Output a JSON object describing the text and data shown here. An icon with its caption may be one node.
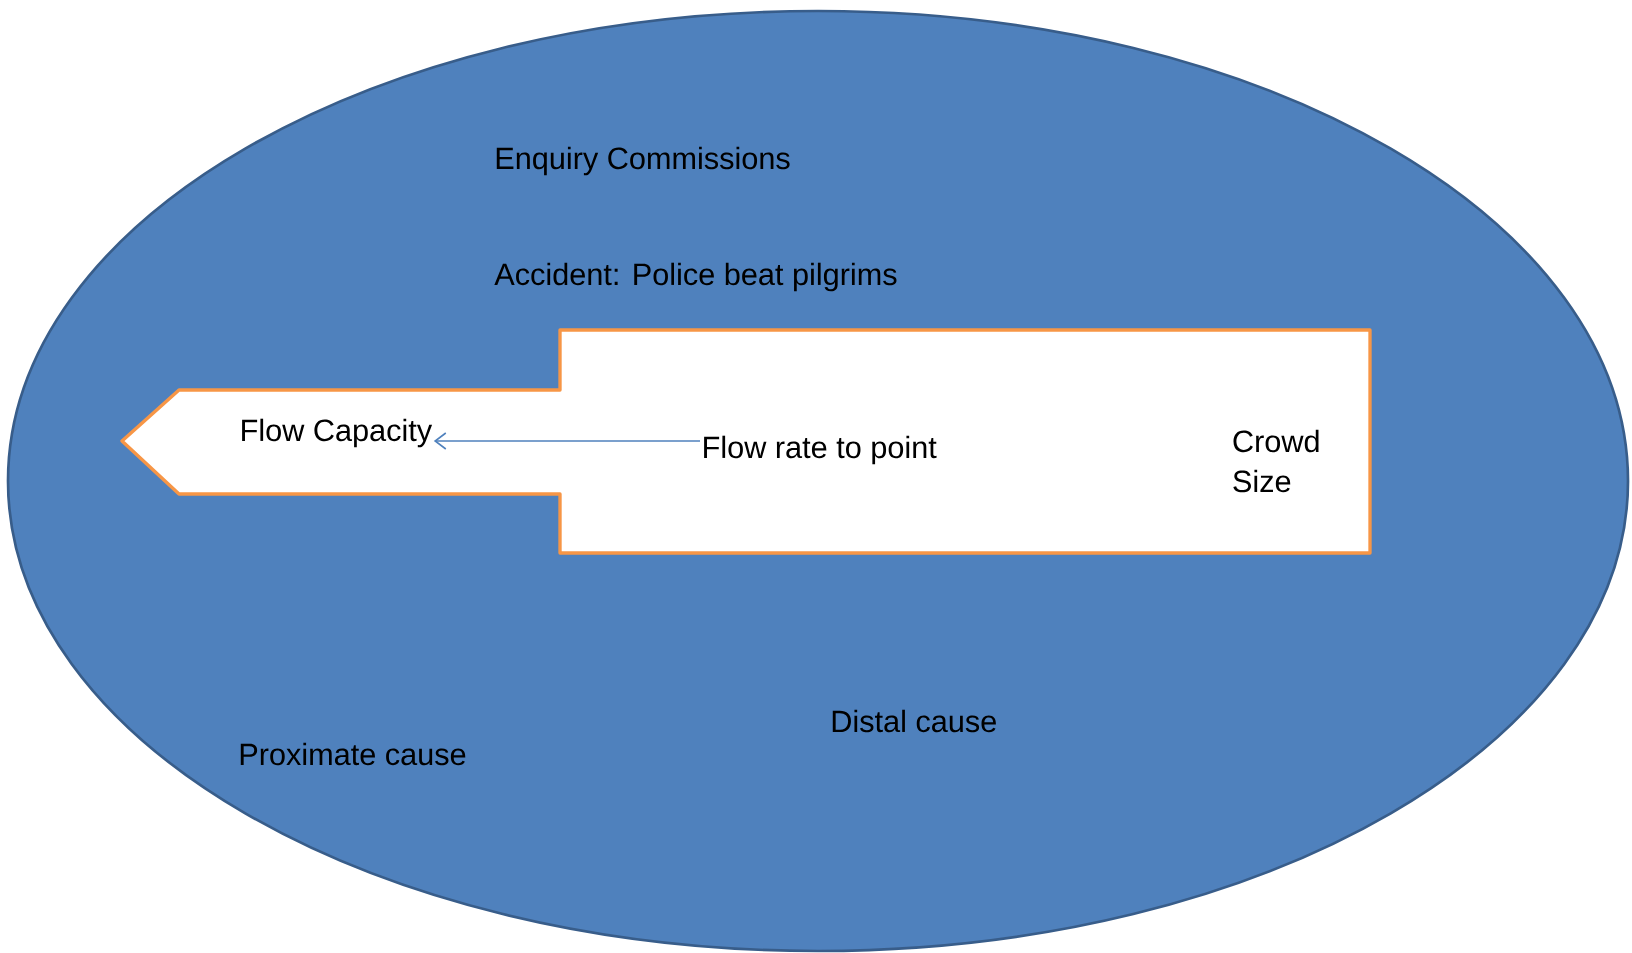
{
  "diagram": {
    "nodes": [
      {
        "text": [
          "Enquiry Commissions",
          "Accident: Police beat pilgrims",
          "Proximate cause",
          "Distal cause"
        ]
      },
      {
        "text": [
          "Crowd Size"
        ],
        "in": 0
      },
      {
        "text": [
          "Flow rate to point"
        ],
        "in": 1
      },
      {
        "text": [
          "Flow Capacity"
        ],
        "in": 1
      }
    ],
    "edges": [
      {
        "from": 2,
        "to": 3,
        "arrow": "to"
      }
    ]
  }
}
